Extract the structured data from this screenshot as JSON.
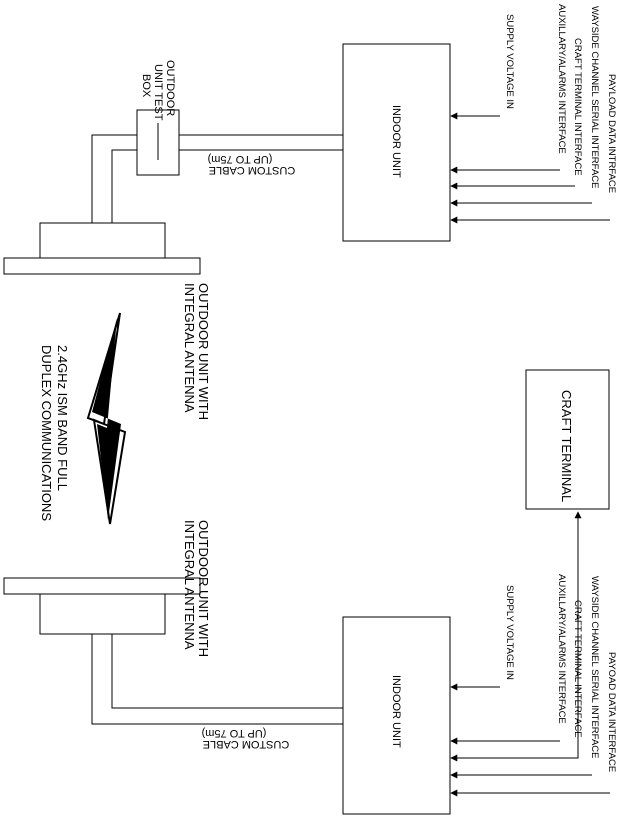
{
  "top_station": {
    "outdoor_unit_label": [
      "OUTDOOR UNIT WITH",
      "INTEGRAL ANTENNA"
    ],
    "test_box_label": [
      "OUTDOOR",
      "UNIT TEST",
      "BOX"
    ],
    "cable_label": [
      "CUSTOM CABLE",
      "(UP TO 75m)"
    ],
    "indoor_unit_label": "INDOOR UNIT",
    "interfaces": {
      "supply": "SUPPLY VOLTAGE IN",
      "aux": "AUXILLARY/ALARMS INTERFACE",
      "craft": "CRAFT TERMINAL INTERFACE",
      "wayside": "WAYSIDE CHANNEL SERIAL INTERFACE",
      "payload": "PAYLOAD DATA INTRFACE"
    }
  },
  "link_label": [
    "2.4GHz ISM BAND FULL",
    "DUPLEX COMMUNICATIONS"
  ],
  "craft_terminal_label": "CRAFT TERMINAL",
  "bottom_station": {
    "outdoor_unit_label": [
      "OUTDOOR UNIT WITH",
      "INTEGRAL ANTENNA"
    ],
    "cable_label": [
      "CUSTOM CABLE",
      "(UP TO 75m)"
    ],
    "indoor_unit_label": "INDOOR UNIT",
    "interfaces": {
      "supply": "SUPPLY VOLTAGE IN",
      "aux": "AUXILLARY/ALARMS INTERFACE",
      "craft": "CRAFT TERMINAL INTERFACE",
      "wayside": "WAYSIDE CHANNEL SERIAL INTERFACE",
      "payload": "PAYOAD DATA INTERFACE"
    }
  }
}
